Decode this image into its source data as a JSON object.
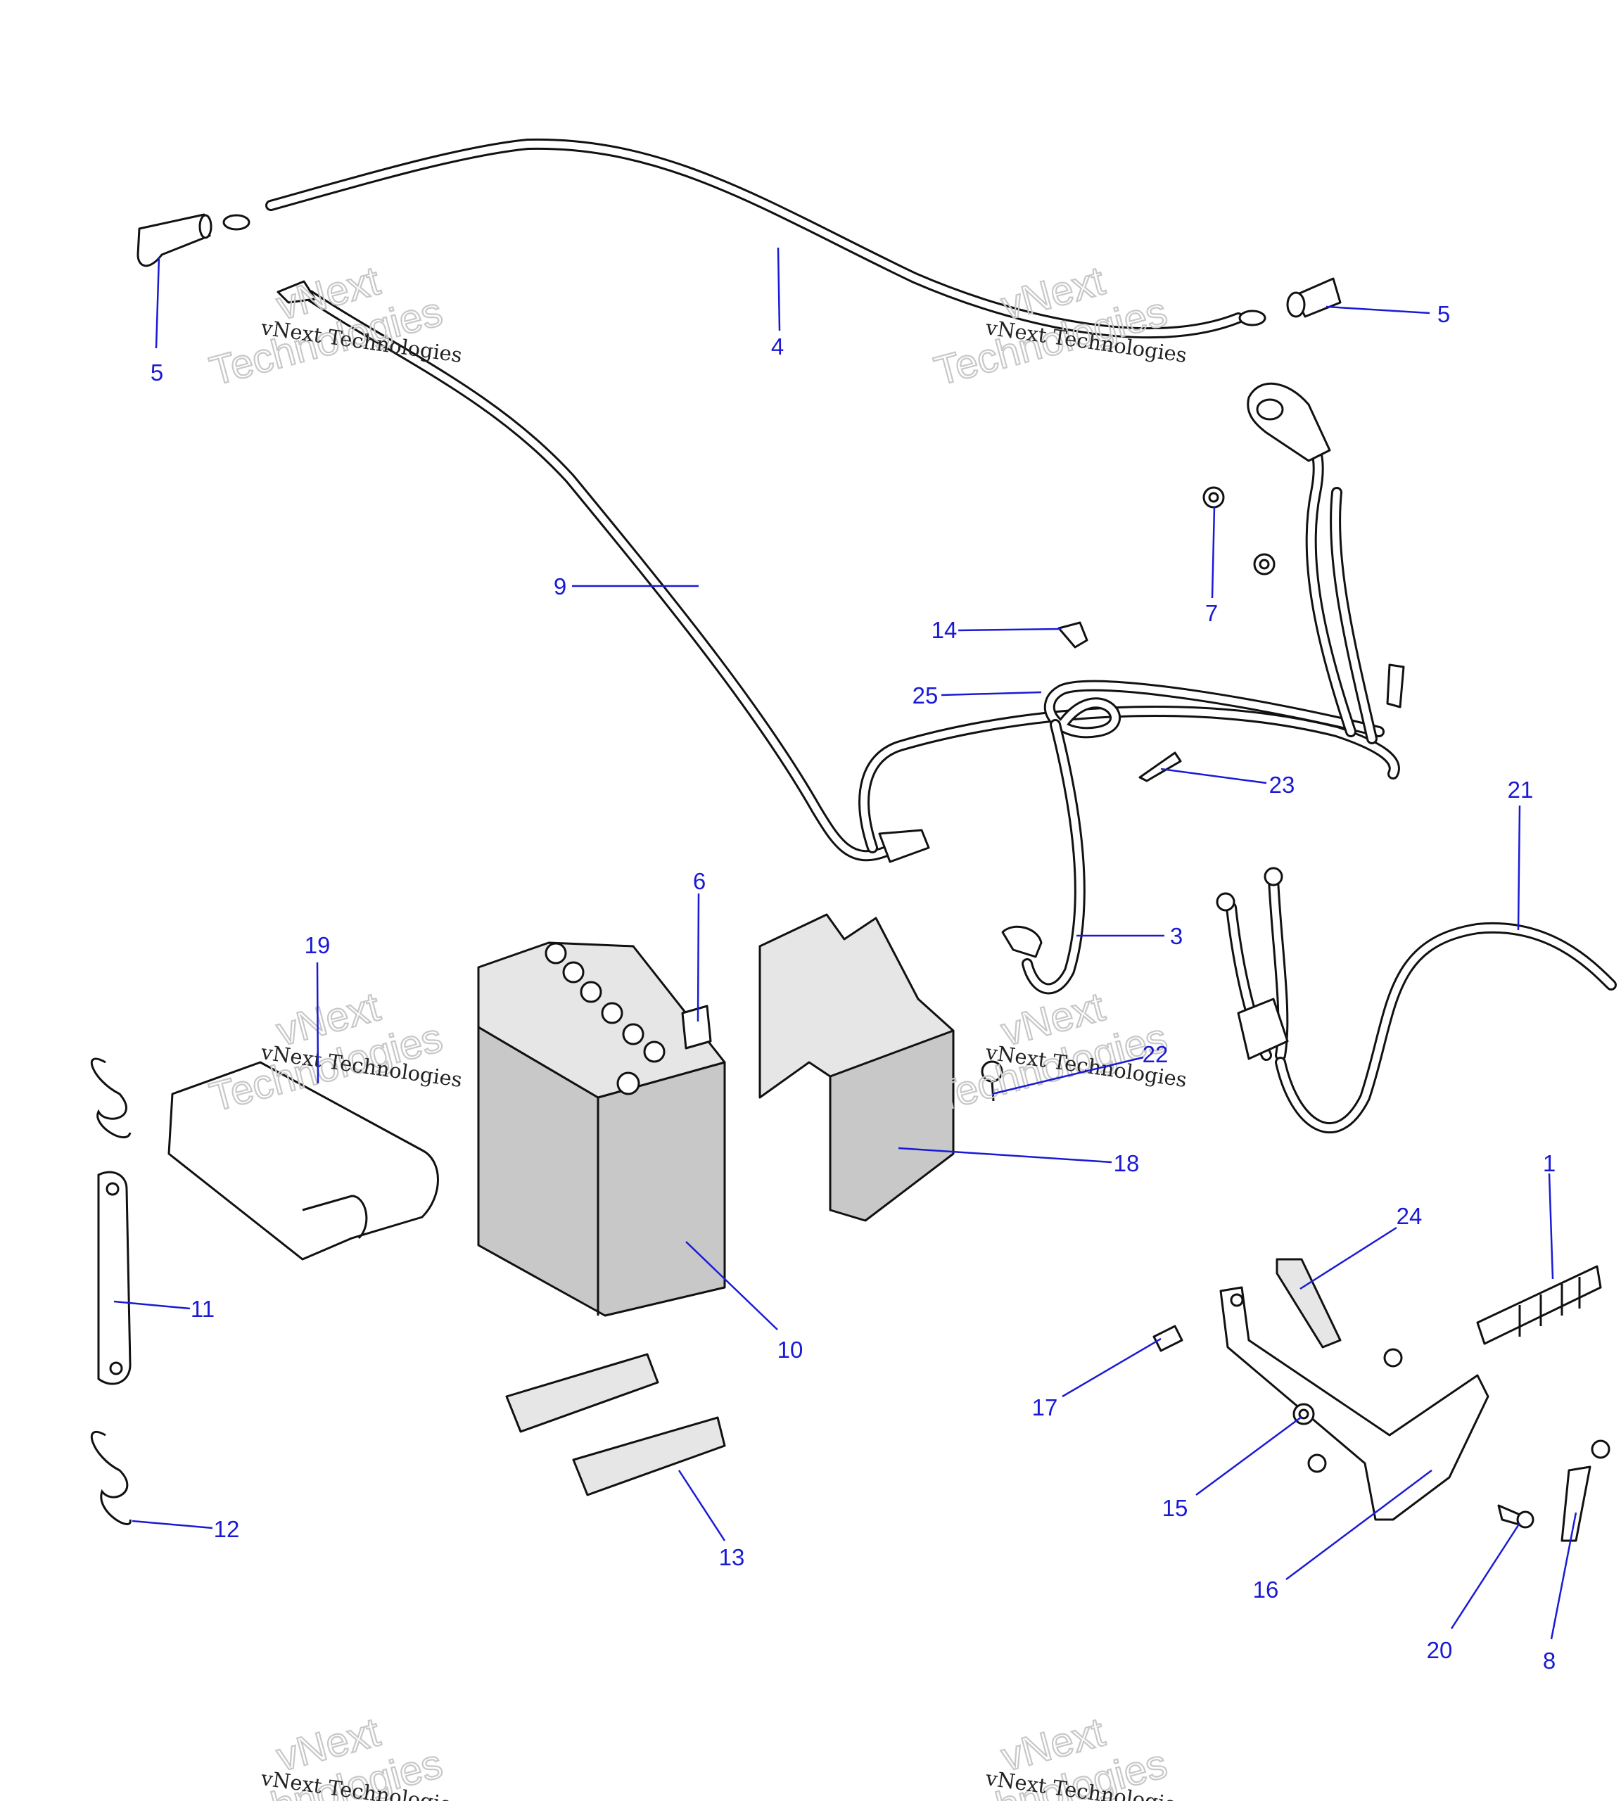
{
  "watermark": {
    "brand": "vNext",
    "line": "vNext Technologies",
    "big": "Technologies"
  },
  "callouts": [
    "1",
    "3",
    "4",
    "5",
    "5",
    "6",
    "7",
    "8",
    "9",
    "10",
    "11",
    "12",
    "13",
    "14",
    "15",
    "16",
    "17",
    "18",
    "19",
    "20",
    "21",
    "22",
    "23",
    "24",
    "25"
  ],
  "colors": {
    "callout": "#1a1ad6",
    "outline": "#111111",
    "fill_grey": "#c8c8c8"
  }
}
